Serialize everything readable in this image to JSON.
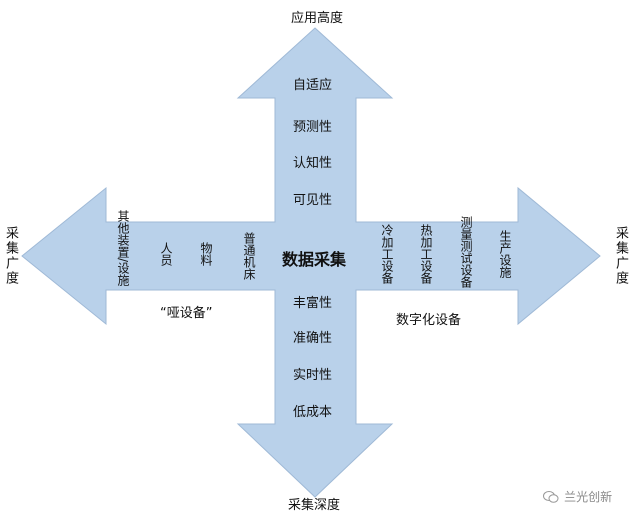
{
  "diagram": {
    "center_label": "数据采集",
    "top_title": "应用高度",
    "bottom_title": "采集深度",
    "left_title": "采集广度",
    "right_title": "采集广度",
    "up_items": [
      "自适应",
      "预测性",
      "认知性",
      "可见性"
    ],
    "down_items": [
      "丰富性",
      "准确性",
      "实时性",
      "低成本"
    ],
    "left_items": [
      "其他装置/设施",
      "人员",
      "物料",
      "普通机床"
    ],
    "right_items": [
      "冷加工设备",
      "热加工设备",
      "测量测试设备",
      "生产设施"
    ],
    "left_group_label": "“哑设备”",
    "right_group_label": "数字化设备"
  },
  "watermark": "兰光创新",
  "colors": {
    "arrow_fill": "#b9d1ea",
    "arrow_stroke": "#9fb9d6"
  }
}
